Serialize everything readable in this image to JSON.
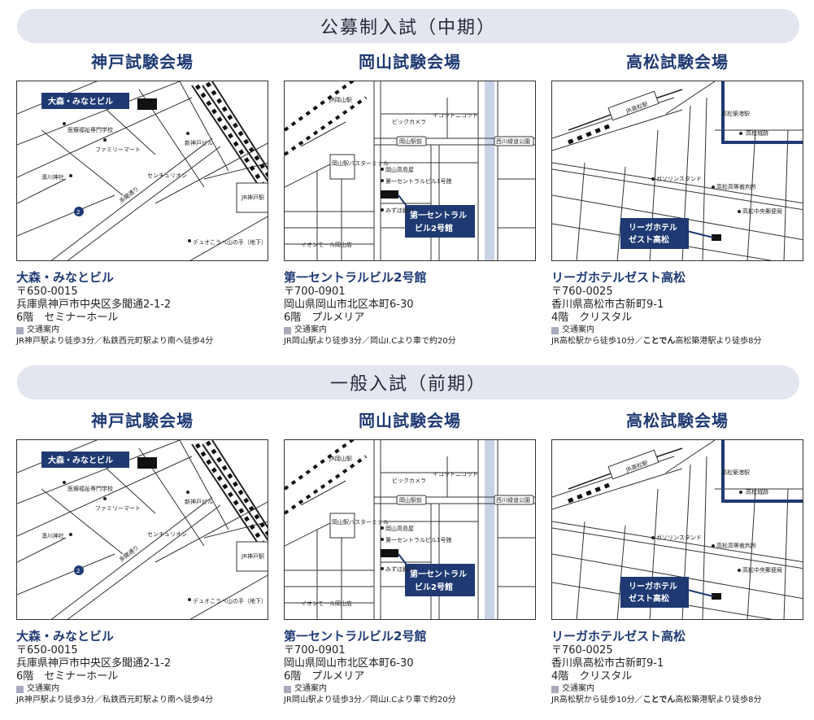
{
  "sections": [
    {
      "title": "公募制入試（中期）",
      "venues": [
        {
          "heading": "神戸試験会場",
          "building": "大森・みなとビル",
          "postal": "〒650-0015",
          "address": "兵庫県神戸市中央区多聞通2-1-2",
          "room": "6階　セミナーホール",
          "transit_label": "交通案内",
          "transit": "JR神戸駅より徒歩3分／私鉄西元町駅より南へ徒歩4分",
          "map": {
            "box_label": "大森・みなとビル",
            "labels": [
              "医療福祉専門学校",
              "ファミリーマート",
              "新神戸ビル",
              "湊川神社",
              "センチュリオン",
              "JR神戸駅",
              "デュオこうべ山の手（地下）",
              "多聞通り",
              "2"
            ]
          }
        },
        {
          "heading": "岡山試験会場",
          "building": "第一セントラルビル2号館",
          "postal": "〒700-0901",
          "address": "岡山県岡山市北区本町6-30",
          "room": "6階　プルメリア",
          "transit_label": "交通案内",
          "transit": "JR岡山駅より徒歩3分／岡山I.Cより車で約20分",
          "map": {
            "box_label_1": "第一セントラル",
            "box_label_2": "ビル2号館",
            "labels": [
              "JR岡山駅",
              "ビックカメラ",
              "イコットニコット",
              "岡山駅前",
              "西川緑道公園",
              "岡山駅バスターミナル",
              "岡山高島屋",
              "第一セントラルビル1号館",
              "みずほ銀行",
              "イオンモール岡山店"
            ]
          }
        },
        {
          "heading": "高松試験会場",
          "building": "リーガホテルゼスト高松",
          "postal": "〒760-0025",
          "address": "香川県高松市古新町9-1",
          "room": "4階　クリスタル",
          "transit_label": "交通案内",
          "transit_pre": "JR高松駅から徒歩10分／",
          "transit_bold": "ことでん",
          "transit_post": "高松築港駅より徒歩8分",
          "map": {
            "box_label_1": "リーガホテル",
            "box_label_2": "ゼスト高松",
            "labels": [
              "JR高松駅",
              "高松築港駅",
              "高松城跡",
              "ガソリンスタンド",
              "高松高等裁判所",
              "高松中央郵便局"
            ]
          }
        }
      ]
    },
    {
      "title": "一般入試（前期）",
      "venues": [
        {
          "heading": "神戸試験会場",
          "building": "大森・みなとビル",
          "postal": "〒650-0015",
          "address": "兵庫県神戸市中央区多聞通2-1-2",
          "room": "6階　セミナーホール",
          "transit_label": "交通案内",
          "transit": "JR神戸駅より徒歩3分／私鉄西元町駅より南へ徒歩4分",
          "map": {
            "box_label": "大森・みなとビル",
            "labels": [
              "医療福祉専門学校",
              "ファミリーマート",
              "新神戸ビル",
              "湊川神社",
              "センチュリオン",
              "JR神戸駅",
              "デュオこうべ山の手（地下）",
              "多聞通り",
              "2"
            ]
          }
        },
        {
          "heading": "岡山試験会場",
          "building": "第一セントラルビル2号館",
          "postal": "〒700-0901",
          "address": "岡山県岡山市北区本町6-30",
          "room": "6階　プルメリア",
          "transit_label": "交通案内",
          "transit": "JR岡山駅より徒歩3分／岡山I.Cより車で約20分",
          "map": {
            "box_label_1": "第一セントラル",
            "box_label_2": "ビル2号館",
            "labels": [
              "JR岡山駅",
              "ビックカメラ",
              "イコットニコット",
              "岡山駅前",
              "西川緑道公園",
              "岡山駅バスターミナル",
              "岡山高島屋",
              "第一セントラルビル1号館",
              "みずほ銀行",
              "イオンモール岡山店"
            ]
          }
        },
        {
          "heading": "高松試験会場",
          "building": "リーガホテルゼスト高松",
          "postal": "〒760-0025",
          "address": "香川県高松市古新町9-1",
          "room": "4階　クリスタル",
          "transit_label": "交通案内",
          "transit_pre": "JR高松駅から徒歩10分／",
          "transit_bold": "ことでん",
          "transit_post": "高松築港駅より徒歩8分",
          "map": {
            "box_label_1": "リーガホテル",
            "box_label_2": "ゼスト高松",
            "labels": [
              "JR高松駅",
              "高松築港駅",
              "高松城跡",
              "ガソリンスタンド",
              "高松高等裁判所",
              "高松中央郵便局"
            ]
          }
        }
      ]
    }
  ],
  "colors": {
    "accent": "#1f3a73",
    "banner": "#e3e5ef",
    "water": "#c9d3e8"
  }
}
